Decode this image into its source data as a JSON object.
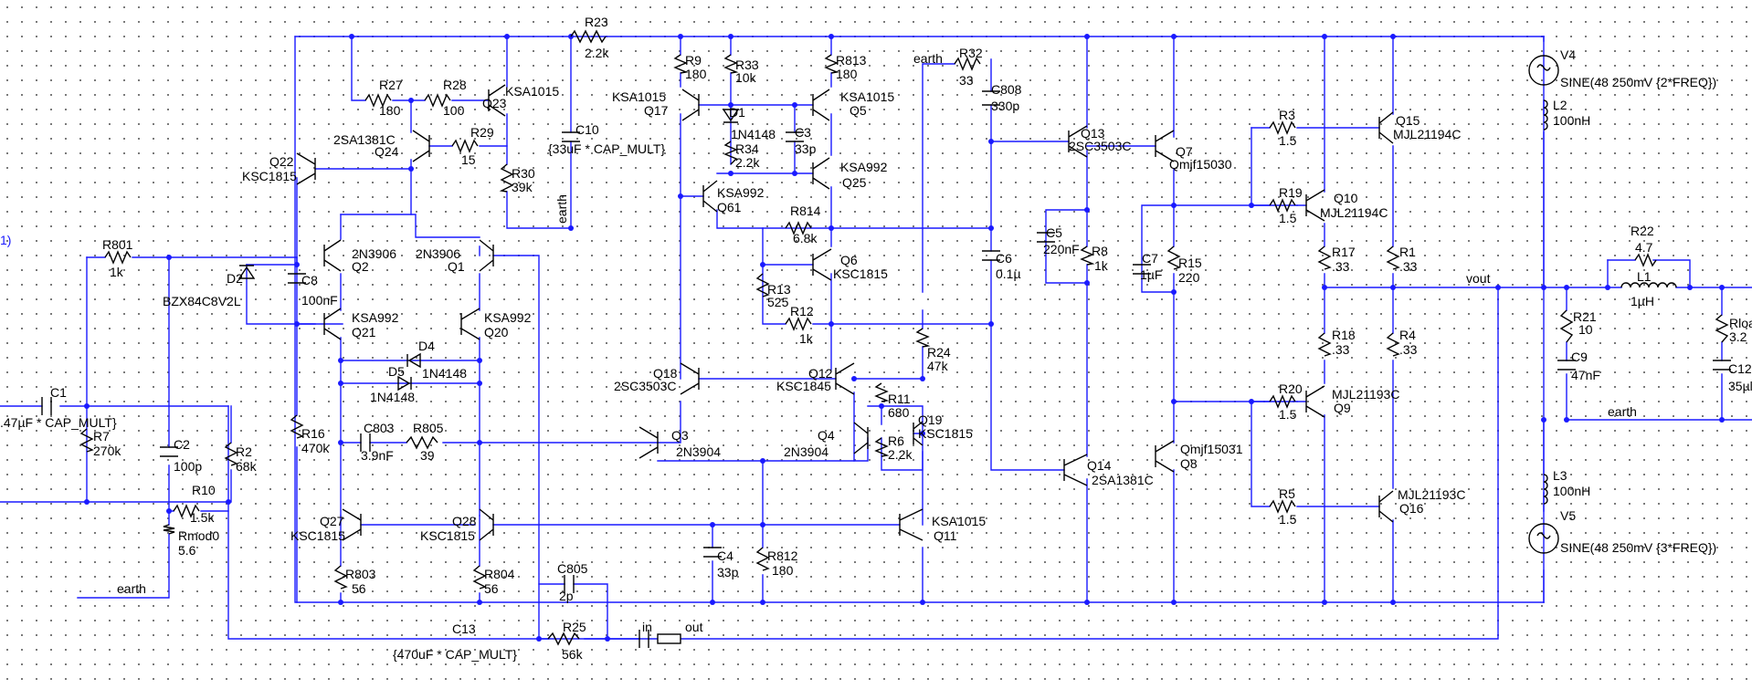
{
  "labels": {
    "R23": "R23",
    "R23v": "2.2k",
    "earthTop": "earth",
    "R32": "R32",
    "R32v": "33",
    "C808": "C808",
    "C808v": "330p",
    "R27": "R27",
    "R27v": "180",
    "R28": "R28",
    "R28v": "100",
    "Q23n": "KSA1015",
    "Q23": "Q23",
    "Q24n": "2SA1381C",
    "Q24": "Q24",
    "R29": "R29",
    "R29v": "15",
    "C10": "C10",
    "C10v": "{33uF * CAP_MULT}",
    "Q22": "Q22",
    "Q22n": "KSC1815",
    "R30": "R30",
    "R30v": "39k",
    "earthMid": "earth",
    "R9": "R9",
    "R9v": "180",
    "R33": "R33",
    "R33v": "10k",
    "R813": "R813",
    "R813v": "180",
    "Q17n": "KSA1015",
    "Q17": "Q17",
    "D1": "D1",
    "D1n": "1N4148",
    "C3": "C3",
    "C3v": "33p",
    "Q5n": "KSA1015",
    "Q5": "Q5",
    "R34": "R34",
    "R34v": "2.2k",
    "Q25n": "KSA992",
    "Q25": "Q25",
    "Q61n": "KSA992",
    "Q61": "Q61",
    "R814": "R814",
    "R814v": "6.8k",
    "Q2n": "2N3906",
    "Q2": "Q2",
    "Q1n": "2N3906",
    "Q1": "Q1",
    "D2": "D2",
    "D2n": "BZX84C8V2L",
    "C8": "C8",
    "C8v": "100nF",
    "Q21n": "KSA992",
    "Q21": "Q21",
    "Q20n": "KSA992",
    "Q20": "Q20",
    "D4": "D4",
    "D4n": "1N4148",
    "D5": "D5",
    "D5n": "1N4148",
    "R801": "R801",
    "R801v": "1k",
    "R13": "R13",
    "R13v": "525",
    "R12": "R12",
    "R12v": "1k",
    "Q6": "Q6",
    "Q6n": "KSC1815",
    "C6": "C6",
    "C6v": "0.1µ",
    "Q18": "Q18",
    "Q18n": "2SC3503C",
    "Q12": "Q12",
    "Q12n": "KSC1845",
    "R24": "R24",
    "R24v": "47k",
    "R11": "R11",
    "R11v": "680",
    "Q19": "Q19",
    "Q19n": "KSC1815",
    "R6": "R6",
    "R6v": "2.2k",
    "C1": "C1",
    "C1v": ".47µF * CAP_MULT}",
    "R7": "R7",
    "R7v": "270k",
    "C2": "C2",
    "C2v": "100p",
    "R2": "R2",
    "R2v": "68k",
    "R10": "R10",
    "R10v": "1.5k",
    "Rmod0": "Rmod0",
    "Rmod0v": "5.6",
    "earthLeft": "earth",
    "R16": "R16",
    "R16v": "470k",
    "C803": "C803",
    "C803v": "3.9nF",
    "R805": "R805",
    "R805v": "39",
    "Q3": "Q3",
    "Q3n": "2N3904",
    "Q4": "Q4",
    "Q4n": "2N3904",
    "Q27": "Q27",
    "Q27n": "KSC1815",
    "Q28": "Q28",
    "Q28n": "KSC1815",
    "Q11n": "KSA1015",
    "Q11": "Q11",
    "C4": "C4",
    "C4v": "33p",
    "R812": "R812",
    "R812v": "180",
    "R803": "R803",
    "R803v": "56",
    "R804": "R804",
    "R804v": "56",
    "C805": "C805",
    "C805v": "2p",
    "C13": "C13",
    "C13v": "{470uF * CAP_MULT}",
    "R25": "R25",
    "R25v": "56k",
    "in": "in",
    "out": "out",
    "Q13": "Q13",
    "Q13n": "2SC3503C",
    "Q7": "Q7",
    "Q7n": "Qmjf15030",
    "C5": "C5",
    "C5v": "220nF",
    "R8": "R8",
    "R8v": "1k",
    "C7": "C7",
    "C7v": "1µF",
    "R15": "R15",
    "R15v": "220",
    "Q14": "Q14",
    "Q14n": "2SA1381C",
    "Q8": "Q8",
    "Q8n": "Qmjf15031",
    "R3": "R3",
    "R3v": "1.5",
    "R19": "R19",
    "R19v": "1.5",
    "Q10": "Q10",
    "Q10n": "MJL21194C",
    "Q15": "Q15",
    "Q15n": "MJL21194C",
    "R17": "R17",
    "R17v": ".33",
    "R1": "R1",
    "R1v": ".33",
    "R18": "R18",
    "R18v": ".33",
    "R4": "R4",
    "R4v": ".33",
    "R20": "R20",
    "R20v": "1.5",
    "Q9n": "MJL21193C",
    "Q9": "Q9",
    "R5": "R5",
    "R5v": "1.5",
    "Q16n": "MJL21193C",
    "Q16": "Q16",
    "vout": "vout",
    "V4": "V4",
    "V4v": "SINE(48 250mV {2*FREQ})",
    "L2": "L2",
    "L2v": "100nH",
    "R22": "R22",
    "R22v": "4.7",
    "L1": "L1",
    "L1v": "1µH",
    "R21": "R21",
    "R21v": "10",
    "C9": "C9",
    "C9v": "47nF",
    "Rload": "Rloa",
    "Rloadv": "3.2",
    "C12": "C12",
    "C12v": "35µl",
    "earthRight": "earth",
    "L3": "L3",
    "L3v": "100nH",
    "V5": "V5",
    "V5v": "SINE(48 250mV {3*FREQ})",
    "edge": "1)"
  }
}
